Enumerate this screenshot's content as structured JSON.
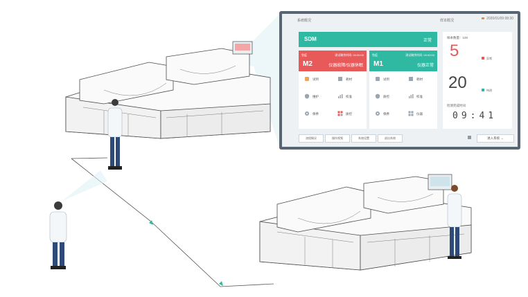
{
  "screen": {
    "left_title": "系统概况",
    "right_title": "样本概况",
    "datetime": "2020/01/09 08:30",
    "sdm_title": "SDM",
    "sdm_status": "正常",
    "modules": [
      {
        "small": "免疫",
        "timer": "测试剩余时间: 00:00:00",
        "code": "M2",
        "status": "仪器故障/仪器休眠",
        "items": [
          "试剂",
          "耗材",
          "维护",
          "校准",
          "保养",
          "质控"
        ]
      },
      {
        "small": "免疫",
        "timer": "测试剩余时间: 00:00:00",
        "code": "M1",
        "status": "仪器正常",
        "items": [
          "试剂",
          "耗材",
          "质控",
          "校准",
          "保养",
          "仪器"
        ]
      }
    ],
    "bottom_buttons": [
      "流程概况",
      "操作视频",
      "系统设置",
      "退出系统"
    ],
    "sample_count_label": "样本数量：100",
    "count_abnormal": "5",
    "abnormal_label": "异常",
    "count_normal": "20",
    "normal_label": "待测",
    "time_label": "检测完成时间",
    "countdown": "09:41",
    "enter_button": "进入系统 →"
  },
  "colors": {
    "teal": "#2fb9a3",
    "red": "#e85a5a",
    "frame": "#5a6572"
  }
}
